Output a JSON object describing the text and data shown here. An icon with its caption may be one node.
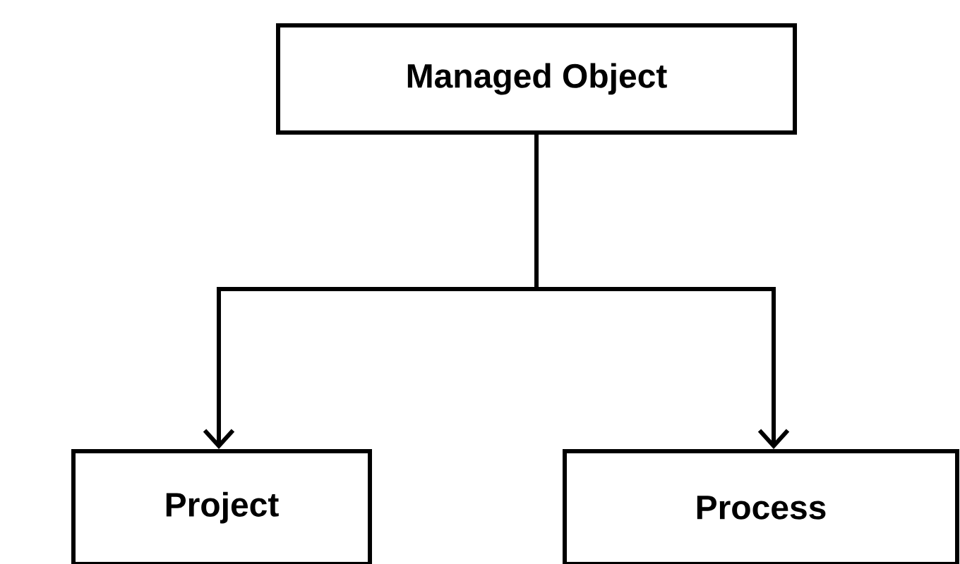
{
  "diagram": {
    "nodes": [
      {
        "text": [
          "Managed Object"
        ]
      },
      {
        "text": [
          "Project"
        ]
      },
      {
        "text": [
          "Process"
        ]
      }
    ],
    "edges": [
      {
        "from": 0,
        "to": 1,
        "arrow": "to"
      },
      {
        "from": 0,
        "to": 2,
        "arrow": "to"
      }
    ]
  }
}
